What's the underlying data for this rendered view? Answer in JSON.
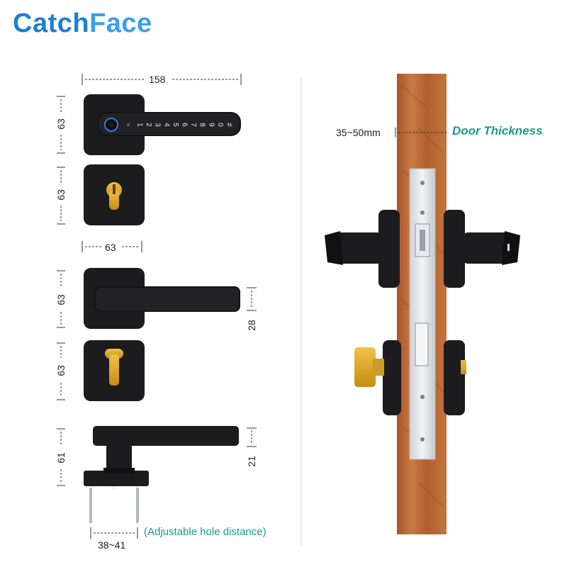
{
  "brand": {
    "part1": "Catch",
    "part2": "Face"
  },
  "dimensions": {
    "handle_width": "158",
    "rose_height_top": "63",
    "cylinder_rose_height_top": "63",
    "rose_width": "63",
    "rose_height_lower": "63",
    "cylinder_rose_height_lower": "63",
    "lever_height": "28",
    "side_total_height": "61",
    "side_lever_height": "21",
    "hole_distance": "38~41",
    "hole_distance_note": "(Adjustable hole distance)"
  },
  "door": {
    "thickness_range": "35~50mm",
    "thickness_label": "Door Thickness"
  },
  "keypad": {
    "digits": [
      "1",
      "2",
      "3",
      "4",
      "5",
      "6",
      "7",
      "8",
      "9",
      "0",
      "#"
    ]
  },
  "colors": {
    "brand_dark": "#1f7fd0",
    "brand_light": "#3aa0ea",
    "accent_green": "#1a9a8a",
    "hardware_black": "#1c1c1e",
    "brass": "#d9a52a",
    "wood": "#b5622e"
  }
}
